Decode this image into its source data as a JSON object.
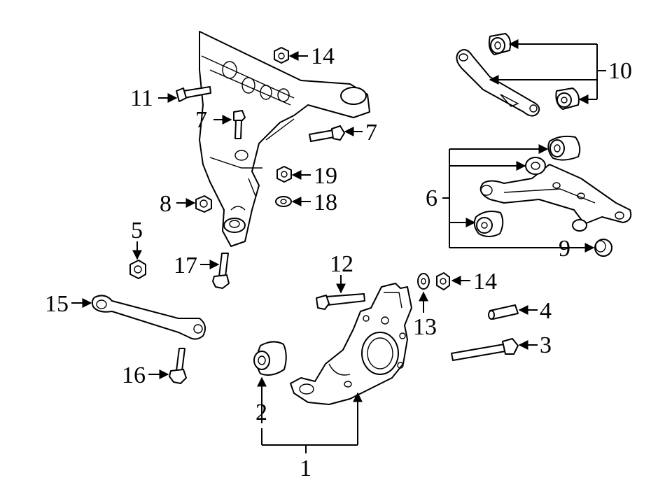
{
  "colors": {
    "highlight": "#a9cdea",
    "line": "#000000",
    "background": "#ffffff"
  },
  "callouts": [
    {
      "id": "c1",
      "text": "1"
    },
    {
      "id": "c2",
      "text": "2"
    },
    {
      "id": "c3",
      "text": "3"
    },
    {
      "id": "c4",
      "text": "4"
    },
    {
      "id": "c5",
      "text": "5"
    },
    {
      "id": "c6",
      "text": "6"
    },
    {
      "id": "c7a",
      "text": "7"
    },
    {
      "id": "c7b",
      "text": "7"
    },
    {
      "id": "c8",
      "text": "8"
    },
    {
      "id": "c9",
      "text": "9"
    },
    {
      "id": "c10",
      "text": "10"
    },
    {
      "id": "c11",
      "text": "11"
    },
    {
      "id": "c12",
      "text": "12"
    },
    {
      "id": "c13",
      "text": "13"
    },
    {
      "id": "c14a",
      "text": "14"
    },
    {
      "id": "c14b",
      "text": "14"
    },
    {
      "id": "c15",
      "text": "15"
    },
    {
      "id": "c16",
      "text": "16"
    },
    {
      "id": "c17",
      "text": "17"
    },
    {
      "id": "c18",
      "text": "18"
    },
    {
      "id": "c19",
      "text": "19"
    }
  ]
}
